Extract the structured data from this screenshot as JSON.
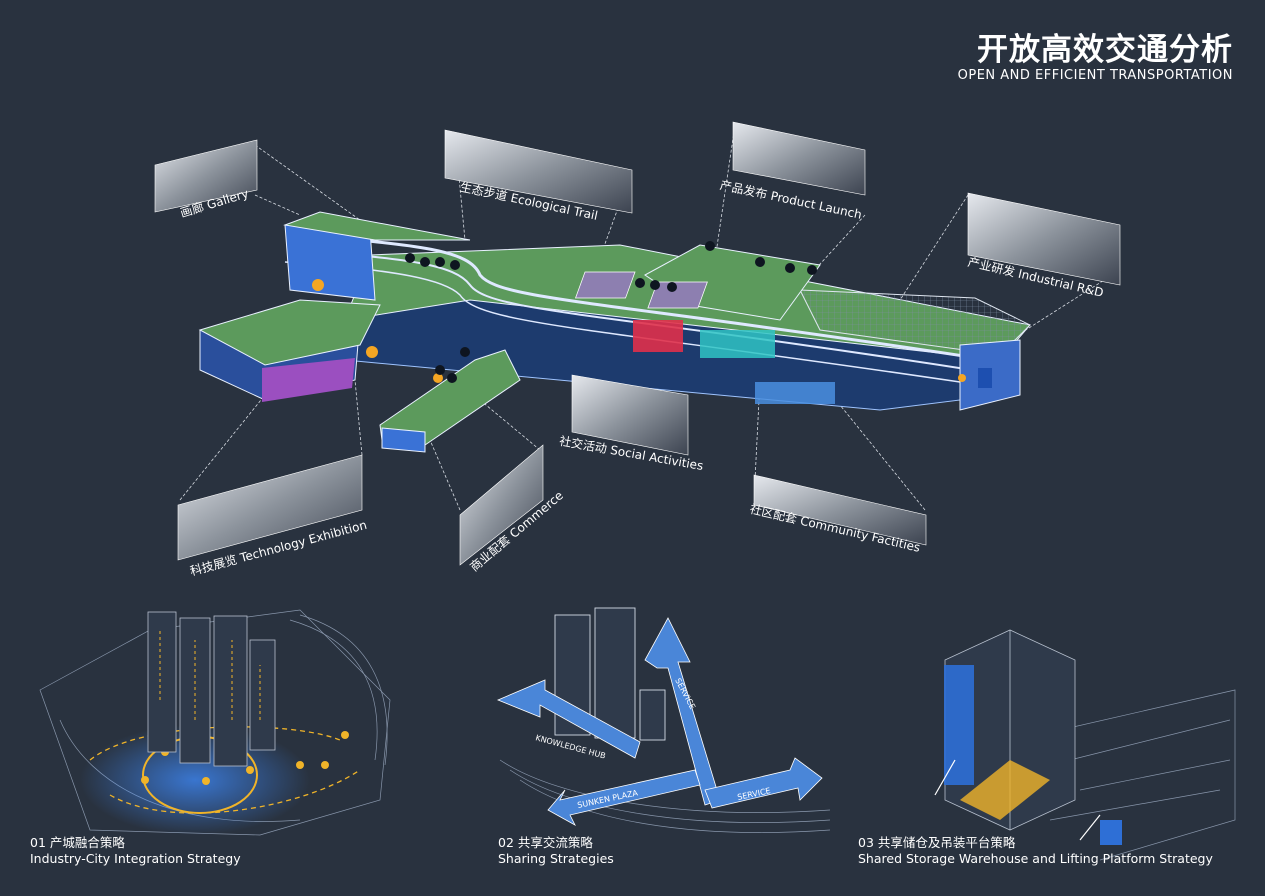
{
  "header": {
    "title_zh": "开放高效交通分析",
    "title_en": "OPEN AND EFFICIENT TRANSPORTATION"
  },
  "photos": [
    {
      "id": "gallery",
      "label": "画廊  Gallery"
    },
    {
      "id": "eco",
      "label": "生态步道   Ecological Trail"
    },
    {
      "id": "launch",
      "label": "产品发布   Product Launch"
    },
    {
      "id": "rnd",
      "label": "产业研发   Industrial R&D"
    },
    {
      "id": "tech",
      "label": "科技展览   Technology Exhibition"
    },
    {
      "id": "commerce",
      "label": "商业配套   Commerce"
    },
    {
      "id": "social",
      "label": "社交活动   Social Activities"
    },
    {
      "id": "community",
      "label": "社区配套   Community Factities"
    }
  ],
  "diagram_labels": {
    "knowledge_hub": "KNOWLEDGE HUB",
    "sunken_plaza": "SUNKEN PLAZA",
    "service_right": "SERVICE",
    "service_top": "SERVICE"
  },
  "strategies": [
    {
      "zh": "01 产城融合策略",
      "en": "Industry-City Integration Strategy"
    },
    {
      "zh": "02 共享交流策略",
      "en": "Sharing Strategies"
    },
    {
      "zh": "03 共享储仓及吊装平台策略",
      "en": "Shared Storage Warehouse and Lifting Platform Strategy"
    }
  ],
  "colors": {
    "background": "#29323f",
    "roof_green": "#5c9a5c",
    "glass_blue": "#4a8fe0",
    "accent_purple": "#9b4fc0",
    "accent_red": "#e0304a",
    "accent_cyan": "#2fc4c4",
    "accent_orange": "#f5a623",
    "arrow_blue": "#4a86d8",
    "orbit_yellow": "#f0b429"
  }
}
